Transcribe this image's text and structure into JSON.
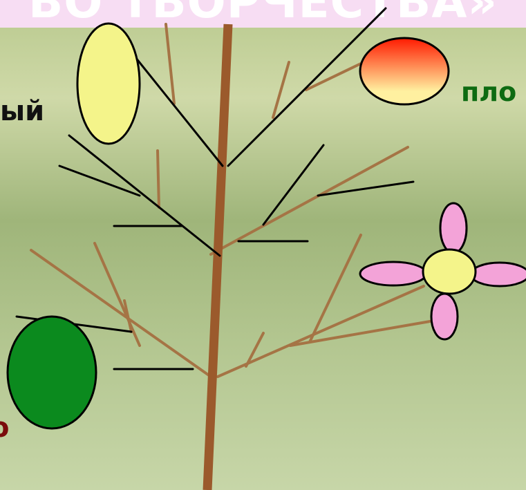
{
  "banner": {
    "title": "ВО ТВОРЧЕСТВА»"
  },
  "labels": {
    "left_fragment": "ый",
    "right_fragment": "пло",
    "bottom_fragment": "о"
  },
  "icons": [
    "yellow-leaf-oval-icon",
    "fruit-gradient-oval-icon",
    "flower-icon",
    "green-seed-oval-icon"
  ],
  "colors": {
    "trunk": "#9b5a2c",
    "branch": "#a57445",
    "leader_line": "#000000",
    "leaf_yellow": "#f4f48a",
    "seed_green": "#0b8a1e",
    "petal_pink": "#f3a3d8",
    "flower_center": "#f4f48a",
    "fruit_top": "#ff1a00",
    "fruit_bottom": "#fff0a0",
    "banner_bg": "#f7ddf3"
  }
}
